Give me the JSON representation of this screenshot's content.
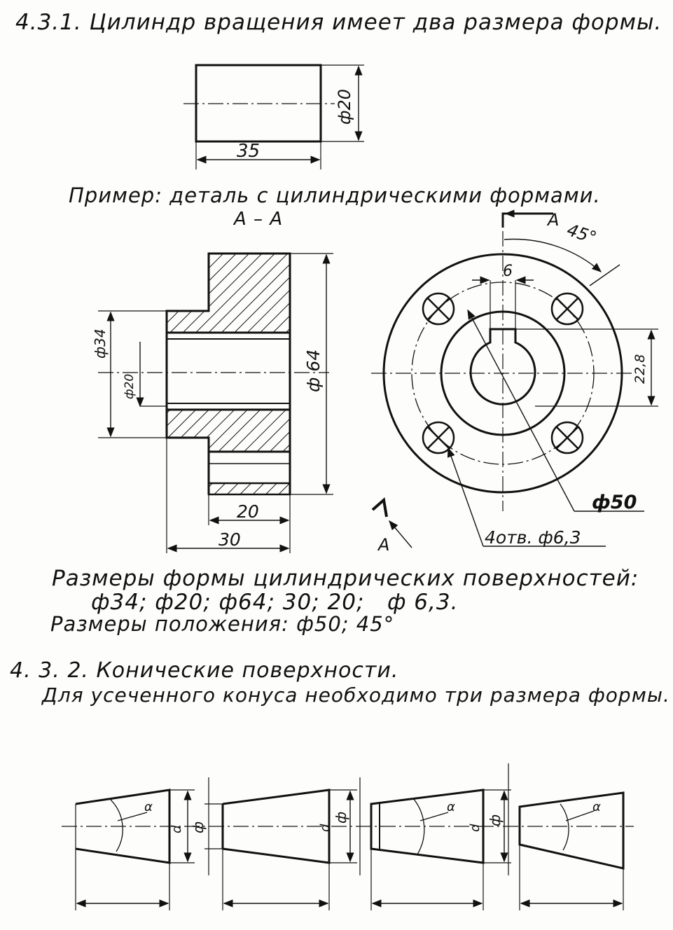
{
  "section_1": {
    "heading": "4.3.1. Цилиндр вращения имеет два размера формы.",
    "cylinder": {
      "dim_diameter": "ф20",
      "dim_length": "35"
    },
    "example_caption": "Пример: деталь с цилиндрическими формами.",
    "section_label": "А – А",
    "part_section": {
      "dim_d34": "ф34",
      "dim_d20": "ф20",
      "dim_d64": "ф 64",
      "dim_20": "20",
      "dim_30": "30"
    },
    "front_view": {
      "cut_label_top": "А",
      "cut_label_bottom": "А",
      "angle": "45°",
      "key_width": "6",
      "key_height": "22,8",
      "bolt_circle": "ф50",
      "holes": "4отв. ф6,3"
    },
    "shape_dims_title": "Размеры формы цилиндрических поверхностей:",
    "shape_dims_values": "ф34; ф20; ф64; 30; 20;   ф 6,3.",
    "position_dims": "Размеры положения: ф50; 45°"
  },
  "section_2": {
    "heading": "4. 3. 2. Конические поверхности.",
    "subheading": "Для усеченного конуса необходимо три размера формы.",
    "cones": [
      {
        "angle_label": "α",
        "d_label": "d"
      },
      {
        "d_label": "d"
      },
      {
        "angle_label": "α",
        "d_label": "d"
      },
      {
        "angle_label": "α"
      }
    ],
    "diameter_marks": [
      "ф",
      "ф",
      "ф"
    ]
  }
}
